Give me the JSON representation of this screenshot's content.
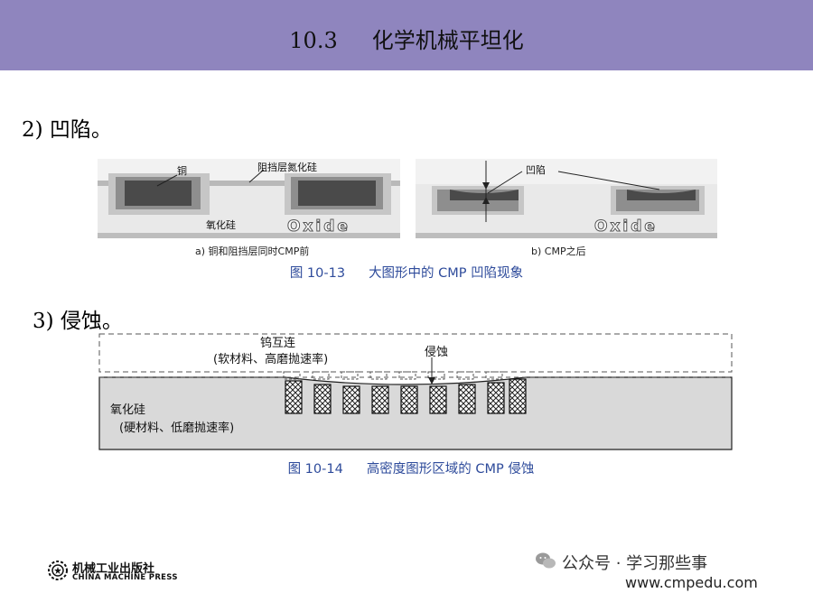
{
  "header": {
    "section_number": "10.3",
    "title": "化学机械平坦化",
    "color": "#8f85be"
  },
  "section_2": {
    "heading": "2) 凹陷。"
  },
  "figure_10_13": {
    "label_copper": "铜",
    "label_barrier": "阻挡层氮化硅",
    "label_oxide_cn": "氧化硅",
    "label_oxide_en": "Oxide",
    "label_dishing": "凹陷",
    "sub_a": "a) 铜和阻挡层同时CMP前",
    "sub_b": "b) CMP之后",
    "caption_number": "图 10-13",
    "caption_text": "大图形中的 CMP 凹陷现象"
  },
  "section_3": {
    "heading": "3) 侵蚀。"
  },
  "figure_10_14": {
    "label_tungsten": "钨互连",
    "label_tungsten_note": "(软材料、高磨抛速率)",
    "label_erosion": "侵蚀",
    "label_oxide": "氧化硅",
    "label_oxide_note": "(硬材料、低磨抛速率)",
    "caption_number": "图 10-14",
    "caption_text": "高密度图形区域的 CMP 侵蚀"
  },
  "footer": {
    "publisher_cn": "机械工业出版社",
    "publisher_en": "CHINA MACHINE PRESS",
    "watermark": "公众号 · 学习那些事",
    "website": "www.cmpedu.com"
  },
  "colors": {
    "caption": "#2e4b9b",
    "oxide_fill": "#d9d9d9"
  }
}
